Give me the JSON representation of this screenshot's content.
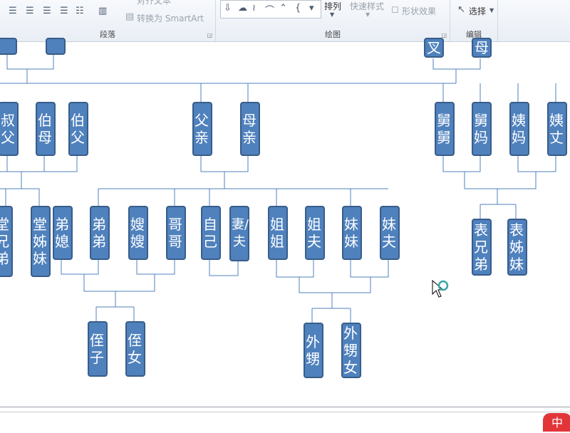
{
  "ribbon": {
    "paragraph": {
      "label": "段落",
      "align_text": "对齐文本",
      "convert_smartart": "转换为 SmartArt"
    },
    "drawing": {
      "label": "绘图",
      "arrange": "排列",
      "quick_styles": "快速样式",
      "shape_effects": "形状效果"
    },
    "editing": {
      "label": "编辑",
      "select": "选择"
    }
  },
  "chart": {
    "top_left": [
      "",
      ""
    ],
    "top_right": [
      "叉",
      "母"
    ],
    "uncles": [
      "叔父",
      "伯母",
      "伯父"
    ],
    "parents": [
      "父亲",
      "母亲"
    ],
    "maternal": [
      "舅舅",
      "舅妈",
      "姨妈",
      "姨丈"
    ],
    "cousins_left": [
      "堂兄弟",
      "堂姊妹"
    ],
    "siblings": [
      "弟媳",
      "弟弟",
      "嫂嫂",
      "哥哥",
      "自己",
      "妻/夫",
      "姐姐",
      "姐夫",
      "妹妹",
      "妹夫"
    ],
    "cousins_right": [
      "表兄弟",
      "表姊妹"
    ],
    "nephews": [
      "侄子",
      "侄女"
    ],
    "sister_children": [
      "外甥",
      "外甥女"
    ]
  },
  "ime": {
    "label": "中"
  },
  "colors": {
    "box_fill": "#4f81bd",
    "box_border": "#385d8a",
    "connector": "#4f81bd"
  }
}
